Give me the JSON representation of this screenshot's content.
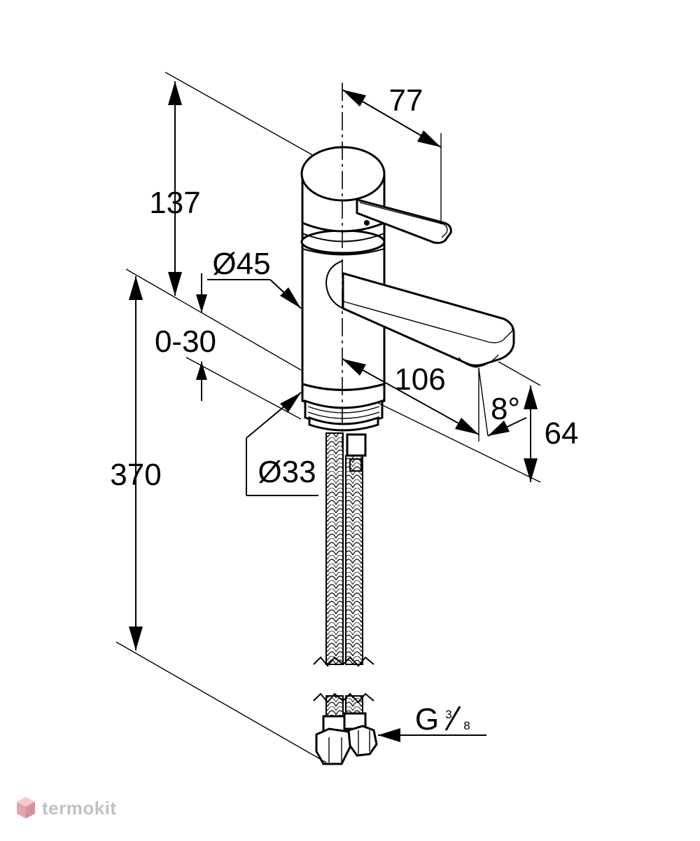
{
  "dimensions": {
    "d137": "137",
    "d77": "77",
    "d45": "Ø45",
    "d0_30": "0-30",
    "d106": "106",
    "d8deg": "8°",
    "d64": "64",
    "d33": "Ø33",
    "d370": "370"
  },
  "thread": {
    "prefix": "G",
    "num": "3",
    "den": "8"
  },
  "watermark": {
    "text": "termokit"
  }
}
